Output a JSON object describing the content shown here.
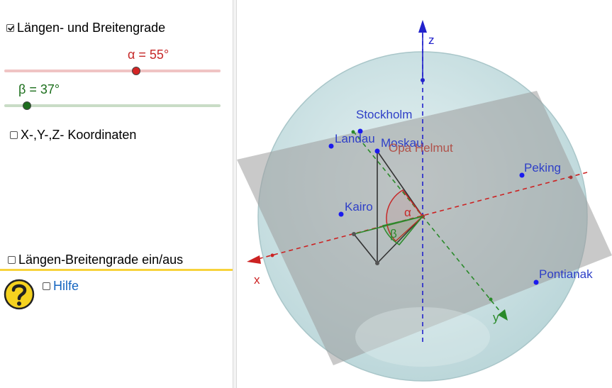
{
  "panel": {
    "checkbox_grid": {
      "label": "Längen- und Breitengrade",
      "checked": true
    },
    "slider_alpha": {
      "label": "α = 55°",
      "value": 55,
      "min": 0,
      "max": 90,
      "color": "#c62828",
      "track_color": "#f0c4c4"
    },
    "slider_beta": {
      "label": "β = 37°",
      "value": 37,
      "min": 0,
      "max": 360,
      "color": "#1b6e1b",
      "track_color": "#c9dcc6"
    },
    "checkbox_xyz": {
      "label": "X-,Y-,Z- Koordinaten",
      "checked": false
    },
    "checkbox_toggle": {
      "label": "Längen-Breitengrade ein/aus",
      "checked": false
    },
    "help": {
      "label": "Hilfe",
      "checked": false,
      "icon": "question-mark-icon"
    }
  },
  "scene": {
    "axis_labels": {
      "x": "x",
      "y": "y",
      "z": "z"
    },
    "cities": [
      {
        "name": "Stockholm"
      },
      {
        "name": "Landau"
      },
      {
        "name": "Moskau"
      },
      {
        "name": "Peking"
      },
      {
        "name": "Kairo"
      },
      {
        "name": "Pontianak"
      }
    ],
    "person_label": "Opa Helmut",
    "angle_alpha": "α",
    "angle_beta": "β",
    "colors": {
      "sphere": "#cfe4e6",
      "plane": "#9d9d9d",
      "point": "#1a1aee",
      "x_axis": "#cc2222",
      "y_axis": "#2a8a2a",
      "z_axis": "#2222cc"
    }
  }
}
